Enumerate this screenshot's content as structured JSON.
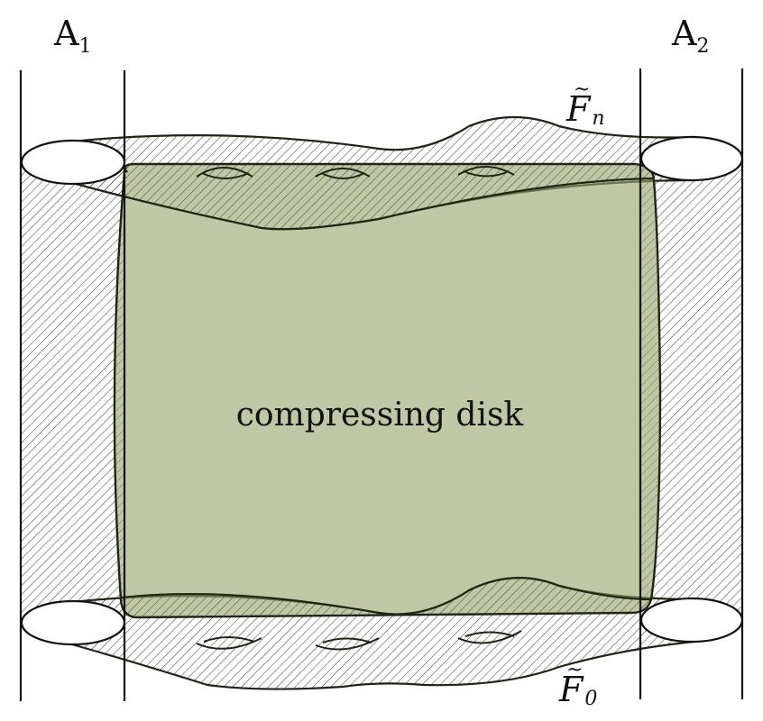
{
  "labels": {
    "a1": {
      "main": "A",
      "sub": "1"
    },
    "a2": {
      "main": "A",
      "sub": "2"
    },
    "fn": {
      "main": "F",
      "sub": "n",
      "accent": "~"
    },
    "f0": {
      "main": "F",
      "sub": "0",
      "accent": "~"
    },
    "center": "compressing disk"
  },
  "colors": {
    "disk_fill": "#b9c09a",
    "stroke": "#1e2514",
    "hatch": "#333333",
    "background": "#ffffff"
  }
}
